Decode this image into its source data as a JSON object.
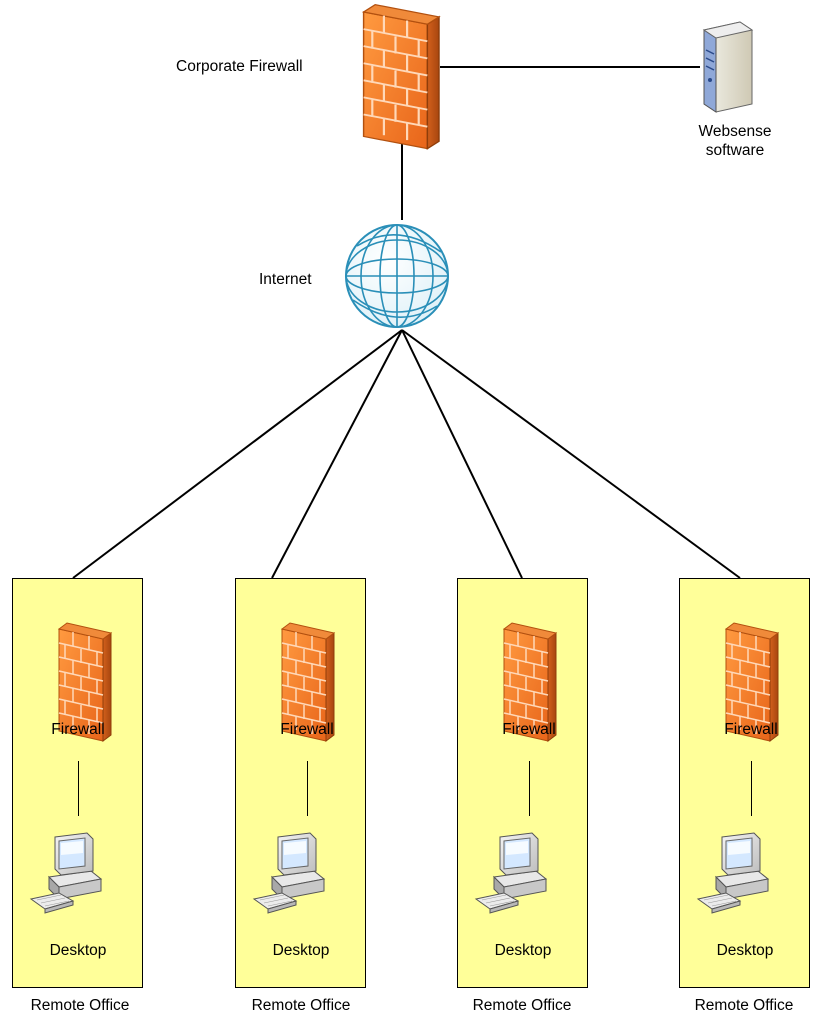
{
  "nodes": {
    "corporate_firewall": {
      "label": "Corporate Firewall",
      "icon": "firewall-icon"
    },
    "websense": {
      "label_line1": "Websense",
      "label_line2": "software",
      "icon": "server-icon"
    },
    "internet": {
      "label": "Internet",
      "icon": "globe-icon"
    }
  },
  "remote_offices": [
    {
      "label": "Remote Office",
      "firewall_label": "Firewall",
      "desktop_label": "Desktop"
    },
    {
      "label": "Remote Office",
      "firewall_label": "Firewall",
      "desktop_label": "Desktop"
    },
    {
      "label": "Remote Office",
      "firewall_label": "Firewall",
      "desktop_label": "Desktop"
    },
    {
      "label": "Remote Office",
      "firewall_label": "Firewall",
      "desktop_label": "Desktop"
    }
  ],
  "colors": {
    "office_fill": "#ffff99",
    "firewall_brick": "#f47a20",
    "firewall_dark": "#c4561a",
    "globe": "#2a8fb8",
    "connector": "#000000"
  }
}
